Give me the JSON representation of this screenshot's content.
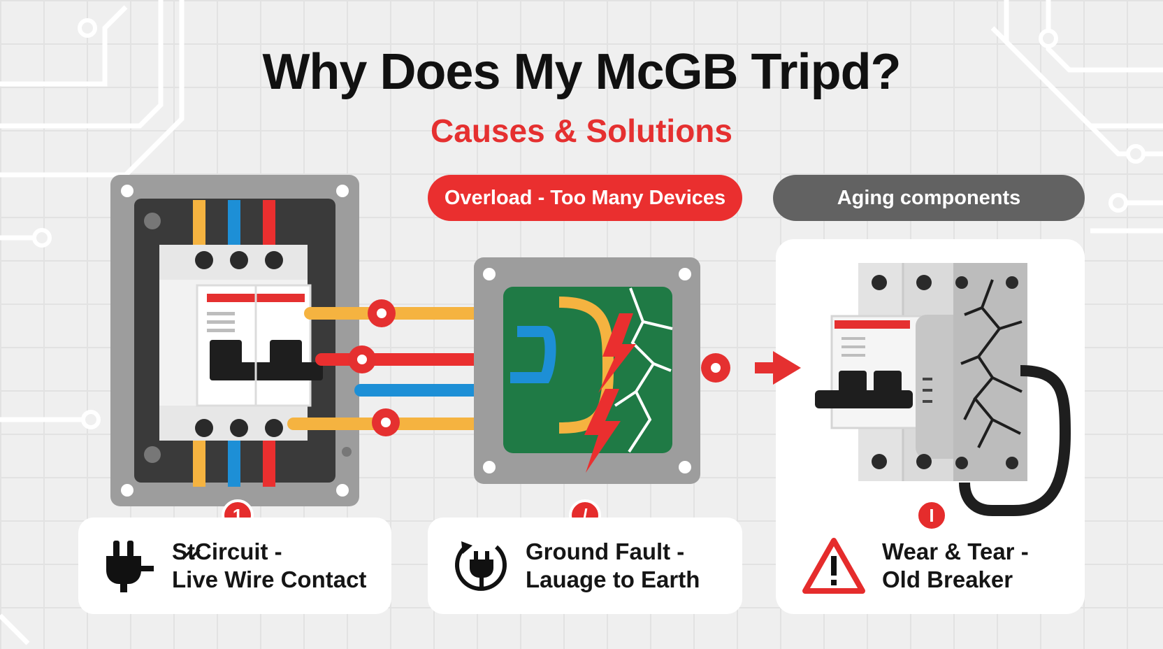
{
  "header": {
    "title": "Why Does My McGB Tripd?",
    "subtitle": "Causes & Solutions"
  },
  "labels": {
    "overload": "Overload - Too Many Devices",
    "aging": "Aging components"
  },
  "causes": [
    {
      "badge": "1",
      "line1": "S̷t̷Circuit -",
      "line2": "Live Wire Contact",
      "icon": "plug-icon"
    },
    {
      "badge": "/",
      "line1": "Ground Fault -",
      "line2": "Lauage to Earth",
      "icon": "plug-circle-arrow-icon"
    },
    {
      "badge": "I",
      "line1": "Wear & Tear -",
      "line2": "Old Breaker",
      "icon": "warning-triangle-icon"
    }
  ],
  "colors": {
    "accent_red": "#e53030",
    "wire_yellow": "#f5b340",
    "wire_blue": "#1d8fd6",
    "wire_red": "#ea2f2f",
    "panel_gray": "#9a9a9a",
    "fault_green": "#1f7a45",
    "pill_gray": "#626262"
  }
}
